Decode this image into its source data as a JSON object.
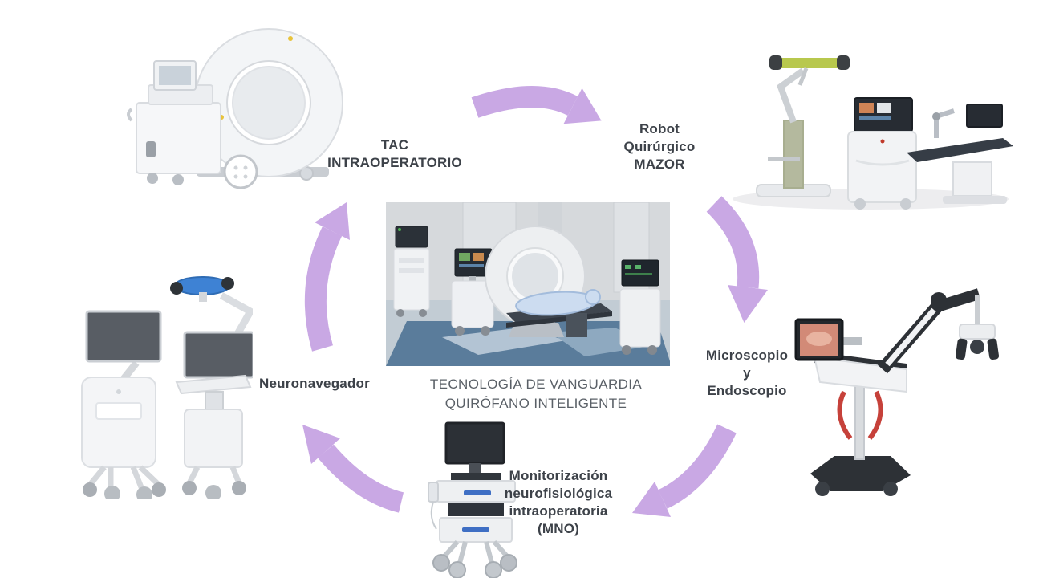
{
  "diagram": {
    "caption": {
      "line1": "TECNOLOGÍA DE VANGUARDIA",
      "line2": "QUIRÓFANO INTELIGENTE"
    },
    "nodes": {
      "tac": {
        "line1": "TAC",
        "line2": "INTRAOPERATORIO"
      },
      "robot": {
        "line1": "Robot",
        "line2": "Quirúrgico",
        "line3": "MAZOR"
      },
      "microscopio": {
        "line1": "Microscopio",
        "line2": "y",
        "line3": "Endoscopio"
      },
      "mno": {
        "line1": "Monitorización",
        "line2": "neurofisiológica",
        "line3": "intraoperatoria",
        "line4": "(MNO)"
      },
      "neuronavegador": {
        "line1": "Neuronavegador"
      }
    },
    "images": {
      "center": "smart-operating-room-scene",
      "tac": "mobile-ct-scanner",
      "robot": "mazor-robotic-guidance-system",
      "microscopio": "surgical-microscope",
      "mno": "neurophysiology-monitoring-cart",
      "neuronavegador": "neuronavigation-station-carts"
    },
    "flow_order": [
      "tac",
      "robot",
      "microscopio",
      "mno",
      "neuronavegador"
    ],
    "colors": {
      "arrow": "#c9a8e4",
      "label_text": "#3d4249",
      "caption_text": "#5a6067",
      "background": "#ffffff",
      "accent_green": "#b8c84e",
      "accent_blue": "#3e82d4",
      "accent_red": "#c6413a",
      "floor_blue": "#5a7c9b"
    }
  }
}
